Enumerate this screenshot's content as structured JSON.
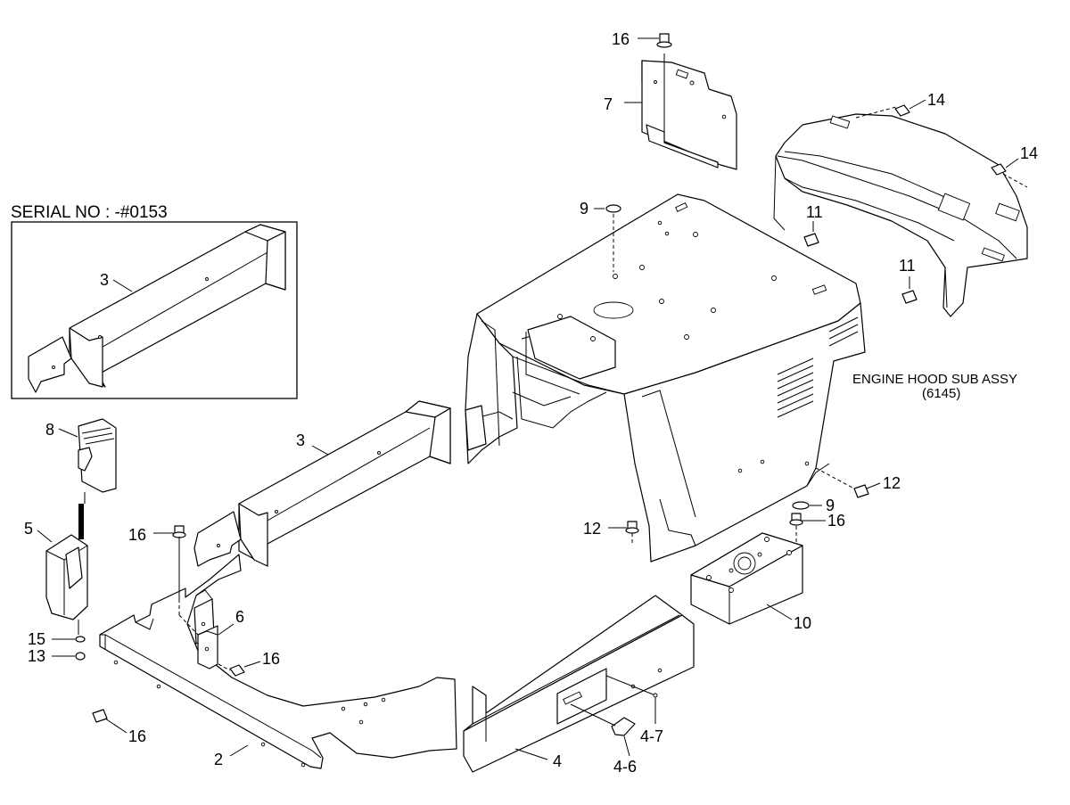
{
  "inset": {
    "title": "SERIAL NO : -#0153"
  },
  "assembly_note": {
    "line1": "ENGINE HOOD SUB ASSY",
    "line2": "(6145)"
  },
  "callouts": [
    {
      "id": "c16_top",
      "text": "16"
    },
    {
      "id": "c7",
      "text": "7"
    },
    {
      "id": "c14_a",
      "text": "14"
    },
    {
      "id": "c14_b",
      "text": "14"
    },
    {
      "id": "c9_top",
      "text": "9"
    },
    {
      "id": "c11_a",
      "text": "11"
    },
    {
      "id": "c11_b",
      "text": "11"
    },
    {
      "id": "c3_inset",
      "text": "3"
    },
    {
      "id": "c8",
      "text": "8"
    },
    {
      "id": "c3_main",
      "text": "3"
    },
    {
      "id": "c12_a",
      "text": "12"
    },
    {
      "id": "c9_low",
      "text": "9"
    },
    {
      "id": "c16_right",
      "text": "16"
    },
    {
      "id": "c12_b",
      "text": "12"
    },
    {
      "id": "c5",
      "text": "5"
    },
    {
      "id": "c16_left",
      "text": "16"
    },
    {
      "id": "c6",
      "text": "6"
    },
    {
      "id": "c16_mid",
      "text": "16"
    },
    {
      "id": "c10",
      "text": "10"
    },
    {
      "id": "c15",
      "text": "15"
    },
    {
      "id": "c13",
      "text": "13"
    },
    {
      "id": "c16_bottom",
      "text": "16"
    },
    {
      "id": "c2",
      "text": "2"
    },
    {
      "id": "c4",
      "text": "4"
    },
    {
      "id": "c4_7",
      "text": "4-7"
    },
    {
      "id": "c4_6",
      "text": "4-6"
    }
  ]
}
